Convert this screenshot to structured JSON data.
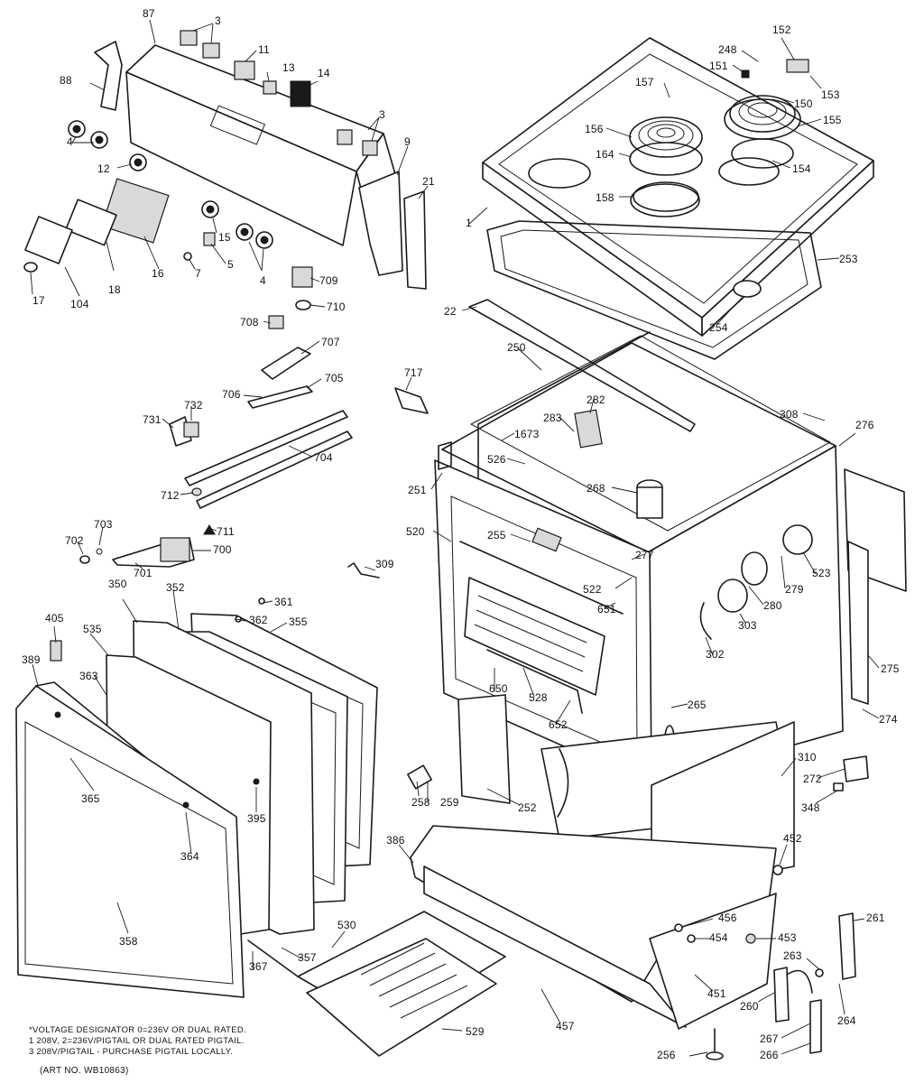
{
  "labels": {
    "l87": "87",
    "l3a": "3",
    "l11": "11",
    "l13": "13",
    "l14": "14",
    "l88": "88",
    "l4a": "4",
    "l12": "12",
    "l3b": "3",
    "l9": "9",
    "l21": "21",
    "l15": "15",
    "l5": "5",
    "l4b": "4",
    "l16": "16",
    "l7": "7",
    "l18": "18",
    "l104": "104",
    "l17": "17",
    "l709": "709",
    "l710": "710",
    "l708": "708",
    "l707": "707",
    "l706": "706",
    "l705": "705",
    "l717": "717",
    "l732": "732",
    "l731": "731",
    "l704": "704",
    "l712": "712",
    "l711": "711",
    "l703": "703",
    "l702": "702",
    "l700": "700",
    "l701": "701",
    "l152": "152",
    "l248": "248",
    "l151": "151",
    "l153": "153",
    "l157": "157",
    "l150": "150",
    "l156": "156",
    "l155": "155",
    "l164": "164",
    "l154": "154",
    "l158": "158",
    "l1": "1",
    "l253": "253",
    "l254": "254",
    "l22": "22",
    "l250": "250",
    "l282": "282",
    "l283": "283",
    "l1673": "1673",
    "l526": "526",
    "l308": "308",
    "l276": "276",
    "l251": "251",
    "l268": "268",
    "l520": "520",
    "l255": "255",
    "l277": "277",
    "l523": "523",
    "l522": "522",
    "l279": "279",
    "l651": "651",
    "l280": "280",
    "l303": "303",
    "l302": "302",
    "l309": "309",
    "l275": "275",
    "l650": "650",
    "l528": "528",
    "l652": "652",
    "l265": "265",
    "l274": "274",
    "l350": "350",
    "l352": "352",
    "l361": "361",
    "l362": "362",
    "l355": "355",
    "l405": "405",
    "l535": "535",
    "l389": "389",
    "l363": "363",
    "l310": "310",
    "l272": "272",
    "l258": "258",
    "l259": "259",
    "l252": "252",
    "l348": "348",
    "l365": "365",
    "l395": "395",
    "l386": "386",
    "l452": "452",
    "l364": "364",
    "l261": "261",
    "l456": "456",
    "l454": "454",
    "l453": "453",
    "l263": "263",
    "l530": "530",
    "l358": "358",
    "l357": "357",
    "l367": "367",
    "l451": "451",
    "l260": "260",
    "l264": "264",
    "l457": "457",
    "l267": "267",
    "l529": "529",
    "l256": "256",
    "l266": "266"
  },
  "notes": {
    "line1": "*VOLTAGE DESIGNATOR 0=236V OR DUAL RATED.",
    "line2": "1 208V, 2=236V/PIGTAIL OR DUAL RATED PIGTAIL.",
    "line3": "3 208V/PIGTAIL - PURCHASE PIGTAIL LOCALLY.",
    "art_no": "(ART NO. WB10863)"
  }
}
